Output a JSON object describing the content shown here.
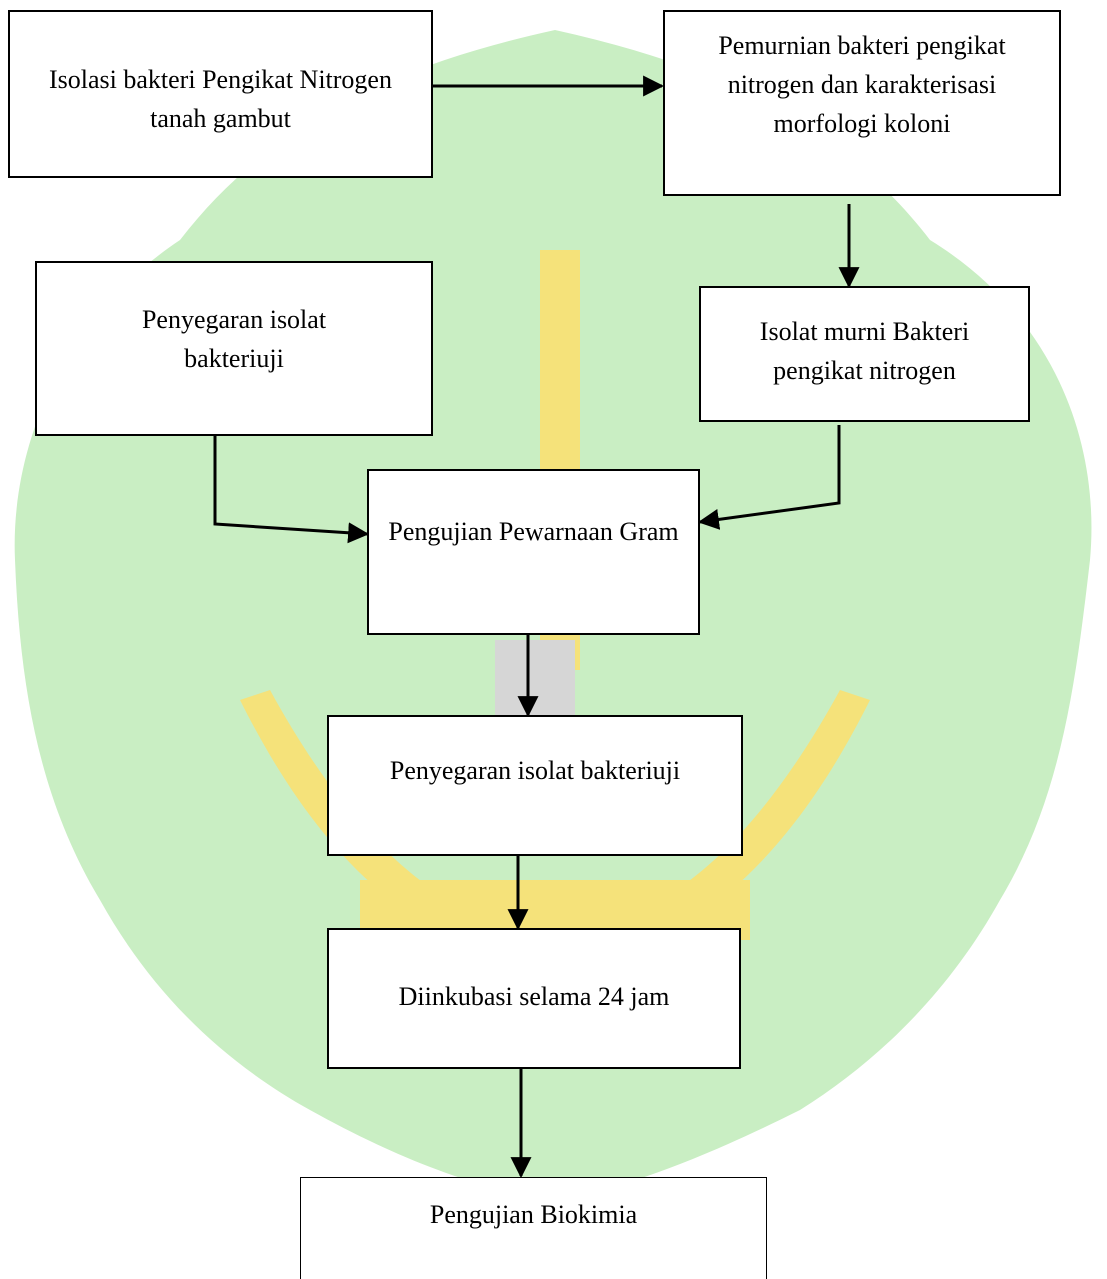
{
  "colors": {
    "watermark_green": "#c9eec3",
    "watermark_yellow": "#f5e27a",
    "watermark_gray": "#d6d6d6",
    "line": "#000000"
  },
  "boxes": {
    "isolasi": "Isolasi bakteri Pengikat Nitrogen tanah gambut",
    "pemurnian": "Pemurnian bakteri pengikat nitrogen dan karakterisasi morfologi koloni",
    "penyegaran_kiri": "Penyegaran isolat bakteriuji",
    "isolat_murni": "Isolat murni Bakteri pengikat nitrogen",
    "pewarnaan": "Pengujian Pewarnaan Gram",
    "penyegaran_tengah": "Penyegaran isolat bakteriuji",
    "inkubasi": "Diinkubasi selama 24 jam",
    "biokimia": "Pengujian Biokimia"
  }
}
